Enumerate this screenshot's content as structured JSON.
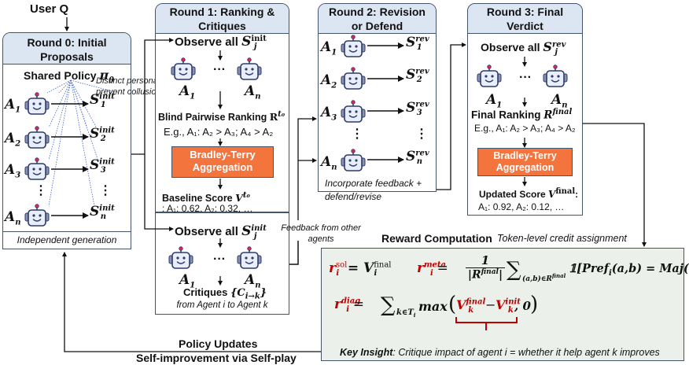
{
  "input": {
    "label": "User Q"
  },
  "round0": {
    "title": "Round 0: Initial Proposals",
    "policy": "Shared Policy",
    "policy_symbol": "π",
    "policy_sub": "θ",
    "note": "Distinct personas prevent collusion",
    "agents": [
      "A",
      "A",
      "A",
      "A"
    ],
    "agent_subs": [
      "1",
      "2",
      "3",
      "n"
    ],
    "outputs_sym": "S",
    "outputs_sup": "init",
    "output_subs": [
      "1",
      "2",
      "3",
      "n"
    ],
    "vdots": "⋮",
    "caption": "Independent generation"
  },
  "round1": {
    "title": "Round 1: Ranking & Critiques",
    "observe": "Observe all",
    "observe_sym": "S",
    "observe_sup": "init",
    "observe_sub": "j",
    "ellipsis": "···",
    "agent_a1_sub": "1",
    "agent_an_sub": "n",
    "ranking_label": "Blind Pairwise Ranking",
    "ranking_sym": "R",
    "ranking_sup": "t₀",
    "example": "E.g., A₁: A₂ > A₃; A₄ > A₂",
    "bt_label": "Bradley-Terry Aggregation",
    "baseline_label": "Baseline Score",
    "baseline_sym": "V",
    "baseline_sup": "t₀",
    "baseline_values": ": A₁: 0.62, A₂: 0.32, …",
    "observe2": "Observe all",
    "observe2_sup": "init",
    "critiques_label": "Critiques",
    "critiques_sym": "{C",
    "critiques_sub": "i→k",
    "critiques_close": "}",
    "critiques_caption": "from Agent i to Agent k"
  },
  "feedback_note": "Feedback from other agents",
  "round2": {
    "title": "Round 2: Revision or Defend",
    "agent_subs": [
      "1",
      "2",
      "3",
      "n"
    ],
    "outputs_sup": "rev",
    "caption": "Incorporate feedback + defend/revise"
  },
  "round3": {
    "title": "Round 3: Final Verdict",
    "observe": "Observe all",
    "observe_sup": "rev",
    "final_ranking_label": "Final Ranking",
    "final_ranking_sup": "final",
    "example": "E.g., A₁: A₂ > A₃; A₄ > A₂",
    "bt_label": "Bradley-Terry Aggregation",
    "updated_label": "Updated Score",
    "updated_sup": "final",
    "updated_values": "A₁: 0.92, A₂: 0.12, …"
  },
  "reward": {
    "title": "Reward Computation",
    "subtitle": "Token-level credit assignment",
    "sol_formula": "= V",
    "sol_sup": "final",
    "meta_sup": "meta",
    "meta_frac_num": "1",
    "meta_frac_den": "|R",
    "meta_sum_range": "(a,b)∈R",
    "meta_indicator": "𝟙[Pref",
    "meta_rest": "(a,b) = Maj(a,b)]",
    "diag_sup": "diag",
    "diag_sum": "k∈T",
    "diag_max": "max",
    "diag_vfinal_sup": "final",
    "diag_vinit_sup": "init",
    "diag_tail": ", 0",
    "insight_bold": "Key Insight",
    "insight_text": ": Critique impact of agent i = whether it help agent k improves"
  },
  "loop": {
    "label1": "Policy Updates",
    "label2": "Self-improvement via Self-play"
  },
  "colors": {
    "panel_head": "#dce6f2",
    "panel_border": "#44546a",
    "bt_fill": "#f4743e",
    "reward_fill": "#ebf1ea",
    "accent_red": "#c00000"
  }
}
